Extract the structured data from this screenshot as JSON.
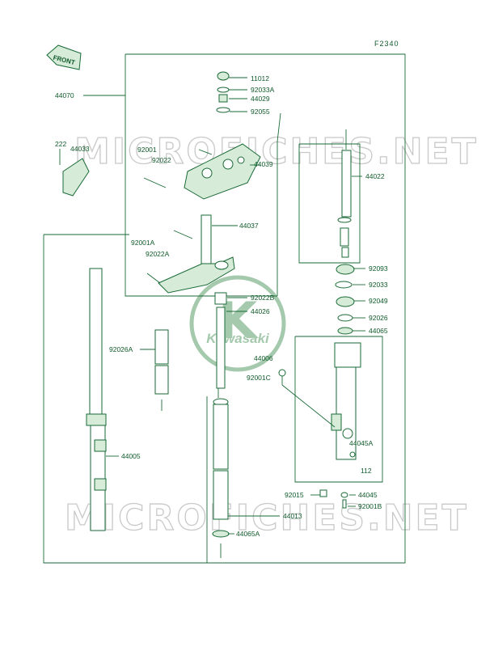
{
  "figure_code": "F2340",
  "front_label": "FRONT",
  "watermarks": {
    "site_text": "MICROFICHES.NET",
    "logo_text": "Kawasaki",
    "logo_letter": "K"
  },
  "colors": {
    "line": "#1a6a36",
    "text": "#0f5a2a",
    "watermark": "#c9c9c9"
  },
  "callouts": [
    "11012",
    "92033A",
    "44029",
    "92055",
    "44070",
    "222",
    "44033",
    "92001",
    "92022",
    "44039",
    "44022",
    "44037",
    "92001A",
    "92022A",
    "92093",
    "92033",
    "92022B",
    "92049",
    "44026",
    "92026",
    "92026A",
    "44065",
    "44006",
    "92001C",
    "44045A",
    "44005",
    "112",
    "92015",
    "44045",
    "92001B",
    "44013",
    "44065A"
  ]
}
